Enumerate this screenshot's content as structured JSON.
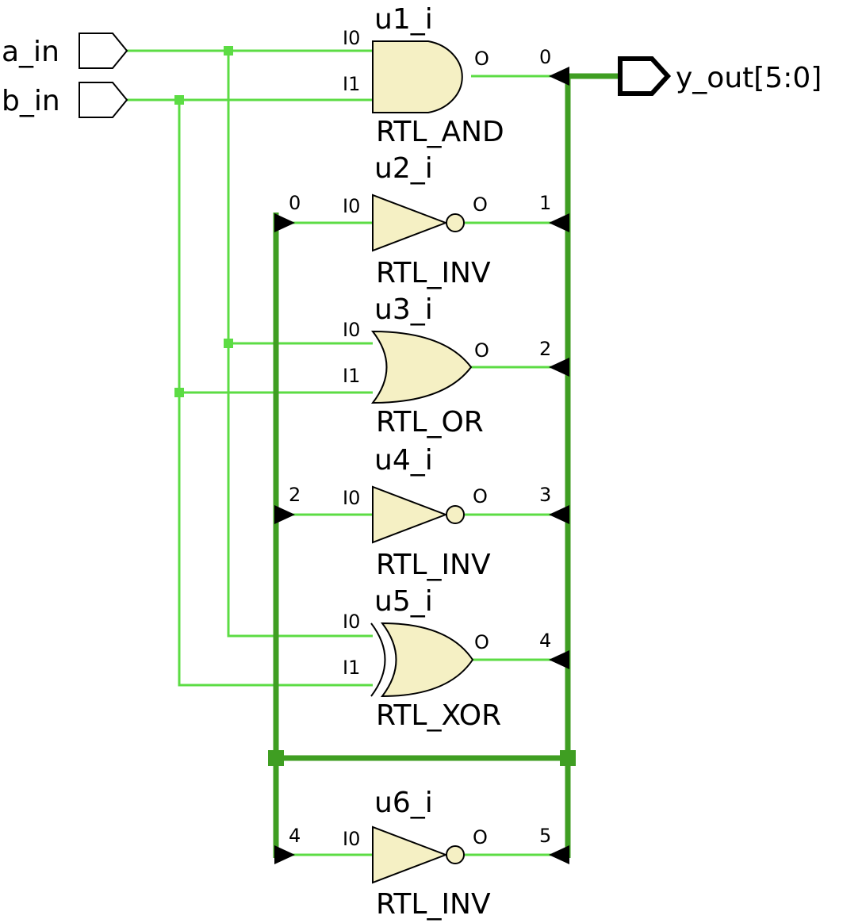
{
  "ports": {
    "input_a": "a_in",
    "input_b": "b_in",
    "output": "y_out[5:0]"
  },
  "gates": [
    {
      "instance": "u1_i",
      "type": "RTL_AND",
      "pins": [
        "I0",
        "I1"
      ],
      "out_pin": "O",
      "out_index": "0"
    },
    {
      "instance": "u2_i",
      "type": "RTL_INV",
      "pins": [
        "I0"
      ],
      "in_index": "0",
      "out_pin": "O",
      "out_index": "1"
    },
    {
      "instance": "u3_i",
      "type": "RTL_OR",
      "pins": [
        "I0",
        "I1"
      ],
      "out_pin": "O",
      "out_index": "2"
    },
    {
      "instance": "u4_i",
      "type": "RTL_INV",
      "pins": [
        "I0"
      ],
      "in_index": "2",
      "out_pin": "O",
      "out_index": "3"
    },
    {
      "instance": "u5_i",
      "type": "RTL_XOR",
      "pins": [
        "I0",
        "I1"
      ],
      "out_pin": "O",
      "out_index": "4"
    },
    {
      "instance": "u6_i",
      "type": "RTL_INV",
      "pins": [
        "I0"
      ],
      "in_index": "4",
      "out_pin": "O",
      "out_index": "5"
    }
  ],
  "colors": {
    "wire": "#5cdc44",
    "bus": "#3f9e22",
    "gate_fill": "#f5f0c4",
    "outline": "#000000"
  }
}
